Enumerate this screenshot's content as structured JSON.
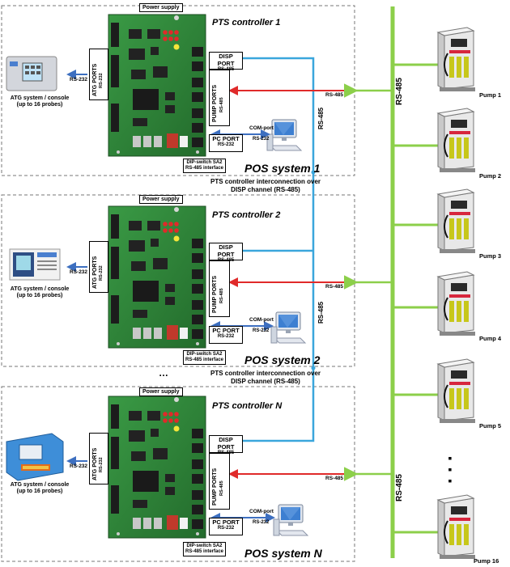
{
  "colors": {
    "pcb_green": "#2f8a3a",
    "disp_line": "#3aa6dc",
    "pump_line": "#e02a2a",
    "bus_green": "#8ccf4a",
    "atg_arrow": "#3d6fc0",
    "dash": "#777777"
  },
  "sections": [
    {
      "controller_title": "PTS controller 1",
      "pos_title": "POS system 1",
      "power_supply": "Power supply",
      "atg_ports": "ATG PORTS",
      "atg_ports_sub": "RS-232",
      "atg_link": "RS-232",
      "atg_caption_1": "ATG system / console",
      "atg_caption_2": "(up to 16 probes)",
      "disp_port": "DISP PORT",
      "disp_port_sub": "RS-485",
      "pump_ports": "PUMP PORTS",
      "pump_ports_sub": "RS-485",
      "pc_port": "PC PORT",
      "pc_port_sub": "RS-232",
      "com_port": "COM-port",
      "com_port_sub": "RS-232",
      "dip_1": "DIP-switch SA2",
      "dip_2": "RS-485 interface",
      "pump_link": "RS-485"
    },
    {
      "controller_title": "PTS controller 2",
      "pos_title": "POS system 2",
      "power_supply": "Power supply",
      "atg_ports": "ATG PORTS",
      "atg_ports_sub": "RS-232",
      "atg_link": "RS-232",
      "atg_caption_1": "ATG system / console",
      "atg_caption_2": "(up to 16 probes)",
      "disp_port": "DISP PORT",
      "disp_port_sub": "RS-485",
      "pump_ports": "PUMP PORTS",
      "pump_ports_sub": "RS-485",
      "pc_port": "PC PORT",
      "pc_port_sub": "RS-232",
      "com_port": "COM-port",
      "com_port_sub": "RS-232",
      "dip_1": "DIP-switch SA2",
      "dip_2": "RS-485 interface",
      "pump_link": "RS-485"
    },
    {
      "controller_title": "PTS controller N",
      "pos_title": "POS system N",
      "power_supply": "Power supply",
      "atg_ports": "ATG PORTS",
      "atg_ports_sub": "RS-232",
      "atg_link": "RS-232",
      "atg_caption_1": "ATG system / console",
      "atg_caption_2": "(up to 16 probes)",
      "disp_port": "DISP PORT",
      "disp_port_sub": "RS-485",
      "pump_ports": "PUMP PORTS",
      "pump_ports_sub": "RS-485",
      "pc_port": "PC PORT",
      "pc_port_sub": "RS-232",
      "com_port": "COM-port",
      "com_port_sub": "RS-232",
      "dip_1": "DIP-switch SA2",
      "dip_2": "RS-485 interface",
      "pump_link": "RS-485"
    }
  ],
  "interconnect": {
    "label_1a": "PTS controller interconnection over",
    "label_1b": "DISP channel (RS-485)",
    "label_2a": "PTS controller interconnection over",
    "label_2b": "DISP channel (RS-485)",
    "disp_vertical_1": "RS-485",
    "disp_vertical_2": "RS-485"
  },
  "bus": {
    "top_label": "RS-485",
    "bottom_label": "RS-485"
  },
  "pumps": [
    "Pump 1",
    "Pump 2",
    "Pump 3",
    "Pump 4",
    "Pump 5",
    "Pump 16"
  ],
  "ellipsis_dots": "…",
  "ellipsis_squares": "▪▪▪"
}
